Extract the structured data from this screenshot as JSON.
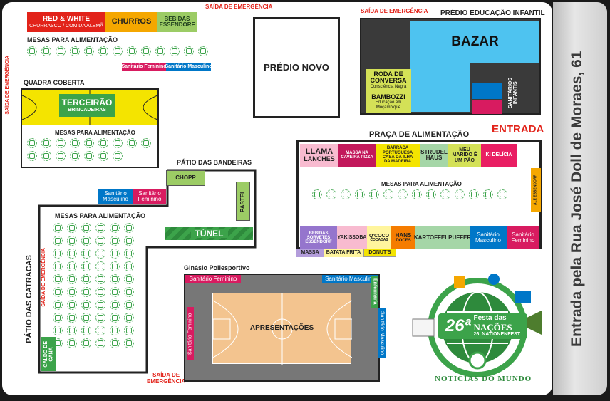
{
  "exits": {
    "top_left": "SAÍDA DE EMERGÊNCIA",
    "top_right": "SAÍDA DE EMERGÊNCIA",
    "left_side": "SAÍDA DE EMERGÊNCIA",
    "catraca_side": "SAÍDA DE EMERGÊNCIA",
    "bottom_line1": "SAÍDA DE",
    "bottom_line2": "EMERGÊNCIA"
  },
  "top_stalls": {
    "red_white_title": "RED & WHITE",
    "red_white_sub": "CHURRASCO / COMIDA ALEMÃ",
    "churros": "CHURROS",
    "bebidas_line1": "BEBIDAS",
    "bebidas_line2": "ESSENDORF"
  },
  "top_dining": {
    "label": "MESAS PARA ALIMENTAÇÃO",
    "restroom_f": "Sanitário Feminino",
    "restroom_m": "Sanitário Masculino"
  },
  "quadra": {
    "title": "QUADRA COBERTA",
    "terceirao": "TERCEIRÃO",
    "brincadeiras": "BRINCADEIRAS",
    "dining": "MESAS PARA ALIMENTAÇÃO"
  },
  "predio_novo": "PRÉDIO NOVO",
  "infantil": {
    "title": "PRÉDIO EDUCAÇÃO INFANTIL",
    "bazar": "BAZAR",
    "roda_line1": "RODA DE",
    "roda_line2": "CONVERSA",
    "roda_sub": "Consciência Negra",
    "bambozzi": "BAMBOZZI",
    "bambozzi_sub1": "Educação em",
    "bambozzi_sub2": "Moçambique",
    "sanitarios_line1": "SANITÁRIOS",
    "sanitarios_line2": "INFANTIS"
  },
  "entrada": "ENTRADA",
  "praca": {
    "title": "PRAÇA DE ALIMENTAÇÃO",
    "llama_line1": "LLAMA",
    "llama_line2": "LANCHES",
    "massa_line1": "MASSA NA",
    "massa_line2": "CAVEIRA PIZZA",
    "barraca_line1": "BARRACA",
    "barraca_line2": "PORTUGUESA",
    "barraca_line3": "CASA DA ILHA",
    "barraca_line4": "DA MADEIRA",
    "strudel_line1": "STRUDEL",
    "strudel_line2": "HAUS",
    "meu_line1": "MEU",
    "meu_line2": "MARIDO É",
    "meu_line3": "UM PÃO",
    "kidelicia": "KI DELÍCIA",
    "dining": "MESAS PARA ALIMENTAÇÃO",
    "side_stall": "ALÉ ESSENDORF",
    "bebidas_line1": "BEBIDAS",
    "bebidas_line2": "SORVETES",
    "bebidas_line3": "ESSENDORF",
    "yakissoba": "YAKISSOBA",
    "qcoco_line1": "Q'COCO",
    "qcoco_line2": "COCADAS",
    "hans_line1": "HANS",
    "hans_line2": "DOCES",
    "kartoffel": "KARTOFFELPUFFER",
    "sanit_m_line1": "Sanitário",
    "sanit_m_line2": "Masculino",
    "sanit_f_line1": "Sanitário",
    "sanit_f_line2": "Feminino",
    "massa_small": "MASSA",
    "batata": "BATATA FRITA",
    "donuts": "DONUT'S"
  },
  "bandeiras": {
    "title": "PÁTIO DAS BANDEIRAS",
    "chopp": "CHOPP",
    "pastel": "PASTEL",
    "tunel": "TÚNEL",
    "sanit_m_line1": "Sanitário",
    "sanit_m_line2": "Masculino",
    "sanit_f_line1": "Sanitário",
    "sanit_f_line2": "Feminino"
  },
  "catracas": {
    "title": "PÁTIO DAS CATRACAS",
    "dining": "MESAS PARA ALIMENTAÇÃO",
    "caldo_line1": "CALDO DE",
    "caldo_line2": "CANA"
  },
  "ginasio": {
    "title": "Ginásio Poliesportivo",
    "sanit_f_top": "Sanitário Feminino",
    "sanit_m_top": "Sanitário Masculino",
    "sanit_f_side": "Sanitário Feminino",
    "sanit_m_side": "Sanitário Masculino",
    "enfermaria": "Enfermaria",
    "apresentacoes": "APRESENTAÇÕES"
  },
  "logo": {
    "number": "26ª",
    "line1": "Festa das",
    "line2": "NAÇÕES",
    "line3": "26. NATIONENFEST",
    "ring_text": "NOTÍCIAS DO MUNDO"
  },
  "sidebar_text": "Entrada pela Rua José Doll de Moraes, 61",
  "colors": {
    "green": "#3ca34a",
    "red": "#e2231a",
    "pink": "#d81b60",
    "blue": "#0077c8",
    "yellow": "#f4e400",
    "bazar": "#4ec3f0",
    "dark": "#3a3a3a"
  }
}
